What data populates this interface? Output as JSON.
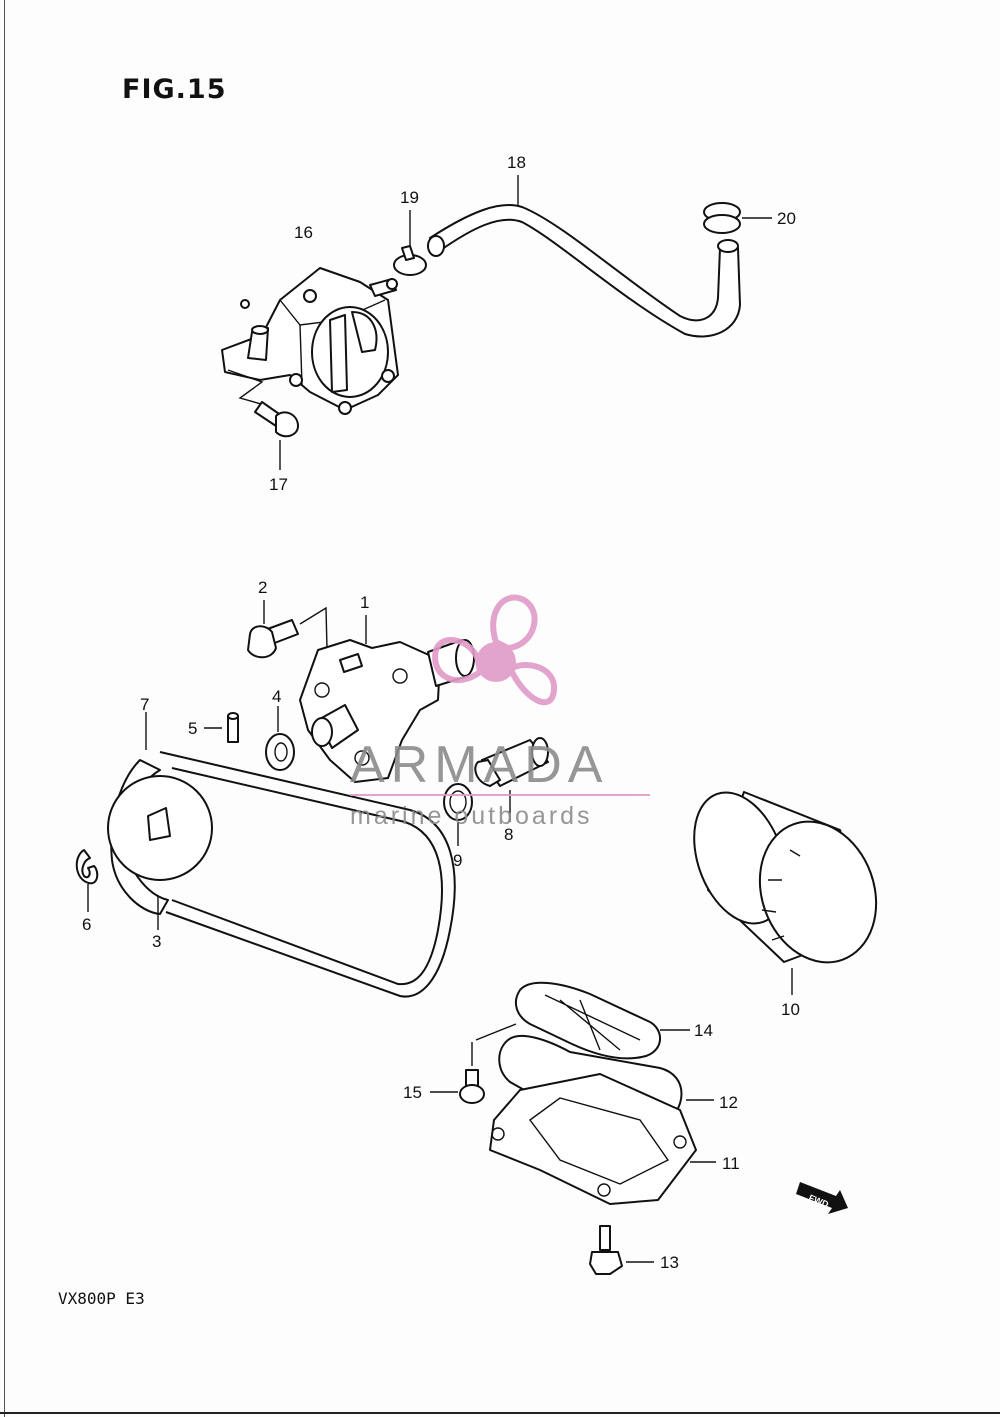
{
  "figure": {
    "title": "FIG.15",
    "model": "VX800P E3"
  },
  "callouts": [
    "1",
    "2",
    "3",
    "4",
    "5",
    "6",
    "7",
    "8",
    "9",
    "10",
    "11",
    "12",
    "13",
    "14",
    "15",
    "16",
    "17",
    "18",
    "19",
    "20"
  ],
  "watermark": {
    "brand": "ARMADA",
    "tagline": "marine outboards",
    "color": "#e09ac8"
  },
  "fwd_arrow": {
    "text": "FWD"
  }
}
